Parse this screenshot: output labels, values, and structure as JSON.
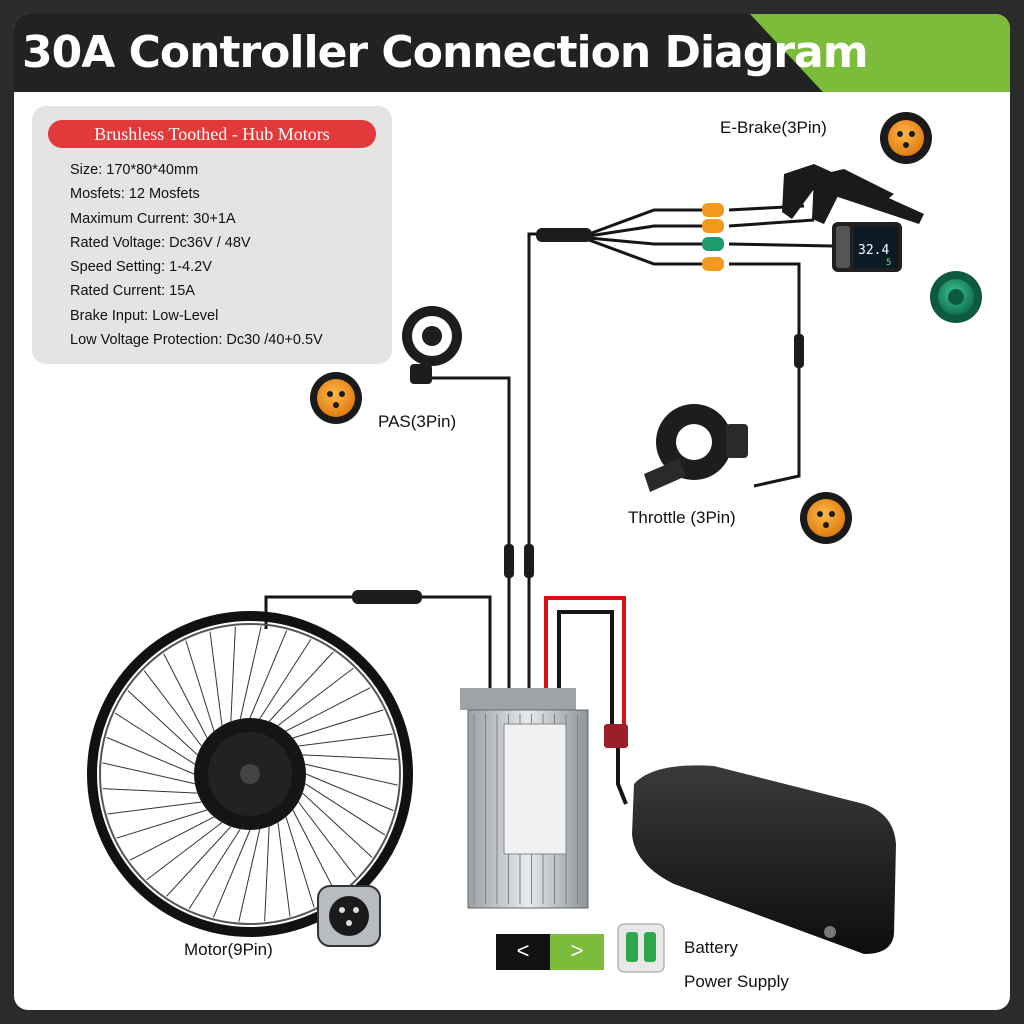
{
  "header": {
    "title": "30A Controller Connection Diagram"
  },
  "specs": {
    "badge": "Brushless Toothed - Hub Motors",
    "items": [
      "Size: 170*80*40mm",
      "Mosfets: 12 Mosfets",
      "Maximum Current: 30+1A",
      "Rated Voltage: Dc36V / 48V",
      "Speed Setting: 1-4.2V",
      "Rated Current: 15A",
      "Brake Input: Low-Level",
      "Low Voltage Protection: Dc30 /40+0.5V"
    ]
  },
  "labels": {
    "ebrake": "E-Brake(3Pin)",
    "pas": "PAS(3Pin)",
    "throttle": "Throttle (3Pin)",
    "motor": "Motor(9Pin)",
    "battery_line1": "Battery",
    "battery_line2": "Power Supply"
  },
  "display": {
    "speed": "32.4",
    "gear": "5"
  },
  "nav": {
    "prev": "<",
    "next": ">"
  },
  "colors": {
    "header_bg": "#222222",
    "accent_green": "#7bbd3a",
    "badge_red": "#e23a3a",
    "connector_orange": "#f29a1e",
    "connector_green": "#1f9a6a"
  }
}
